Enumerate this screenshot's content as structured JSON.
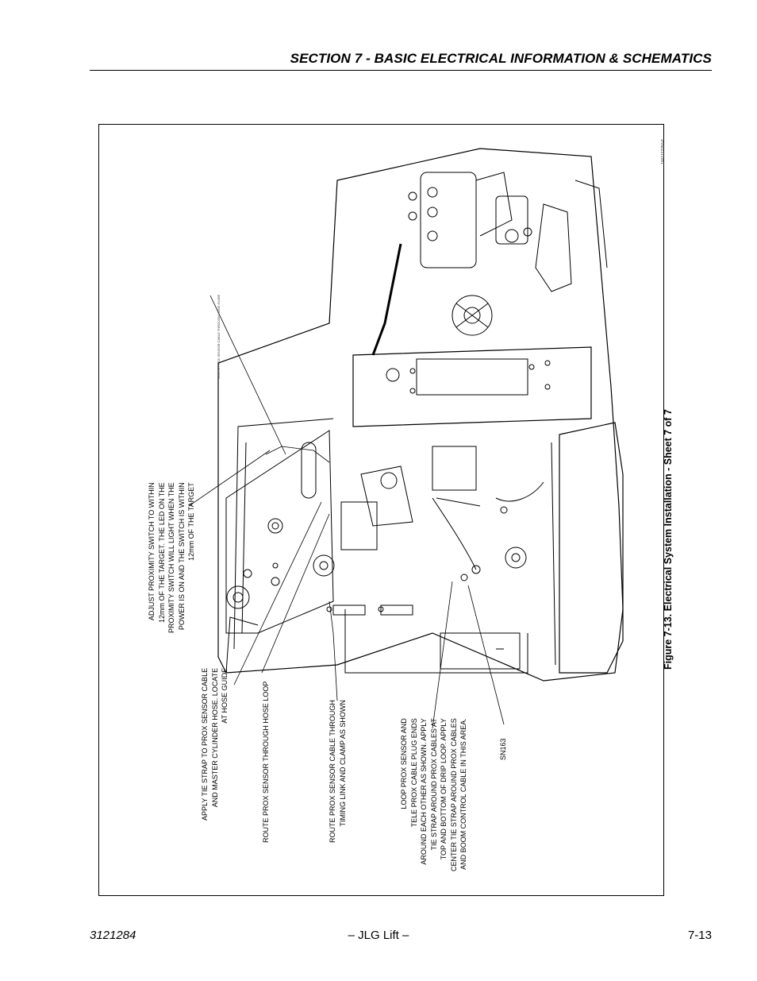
{
  "header": {
    "section_title": "SECTION 7 - BASIC ELECTRICAL INFORMATION & SCHEMATICS"
  },
  "figure": {
    "caption": "Figure 7-13. Electrical System Installation - Sheet 7 of 7",
    "drawing_id": "1001127050-E",
    "route_label": "ROUTE PROX SENSOR CABLE THROUGH HOSE GUIDE",
    "callouts": {
      "adjust": [
        "ADJUST PROXIMITY SWITCH TO WITHIN",
        "12mm OF THE TARGET.  THE LED ON THE",
        "PROXIMITY SWITCH WILL LIGHT WHEN THE",
        "POWER IS ON AND THE SWITCH IS WITHIN",
        "12mm OF THE TARGET"
      ],
      "tie_strap": [
        "APPLY TIE STRAP TO PROX SENSOR CABLE",
        "AND MASTER CYLINDER HOSE. LOCATE",
        "AT HOSE GUIDE"
      ],
      "hose_loop": [
        "ROUTE PROX SENSOR THROUGH HOSE LOOP"
      ],
      "timing_link": [
        "ROUTE PROX SENSOR CABLE THROUGH",
        "TIMING LINK AND CLAMP AS SHOWN"
      ],
      "loop_prox": [
        "LOOP PROX SENSOR AND",
        "TELE PROX CABLE PLUG ENDS",
        "AROUND EACH OTHER AS SHOWN. APPLY",
        "TIE STRAP AROUND PROX CABLES AT",
        "TOP AND BOTTOM OF DRIP LOOP. APPLY",
        "CENTER TIE STRAP AROUND PROX CABLES",
        "AND BOOM CONTROL CABLE IN THIS AREA."
      ],
      "sn163": [
        "SN163"
      ]
    }
  },
  "footer": {
    "doc_number": "3121284",
    "brand": "– JLG Lift –",
    "page_number": "7-13"
  }
}
